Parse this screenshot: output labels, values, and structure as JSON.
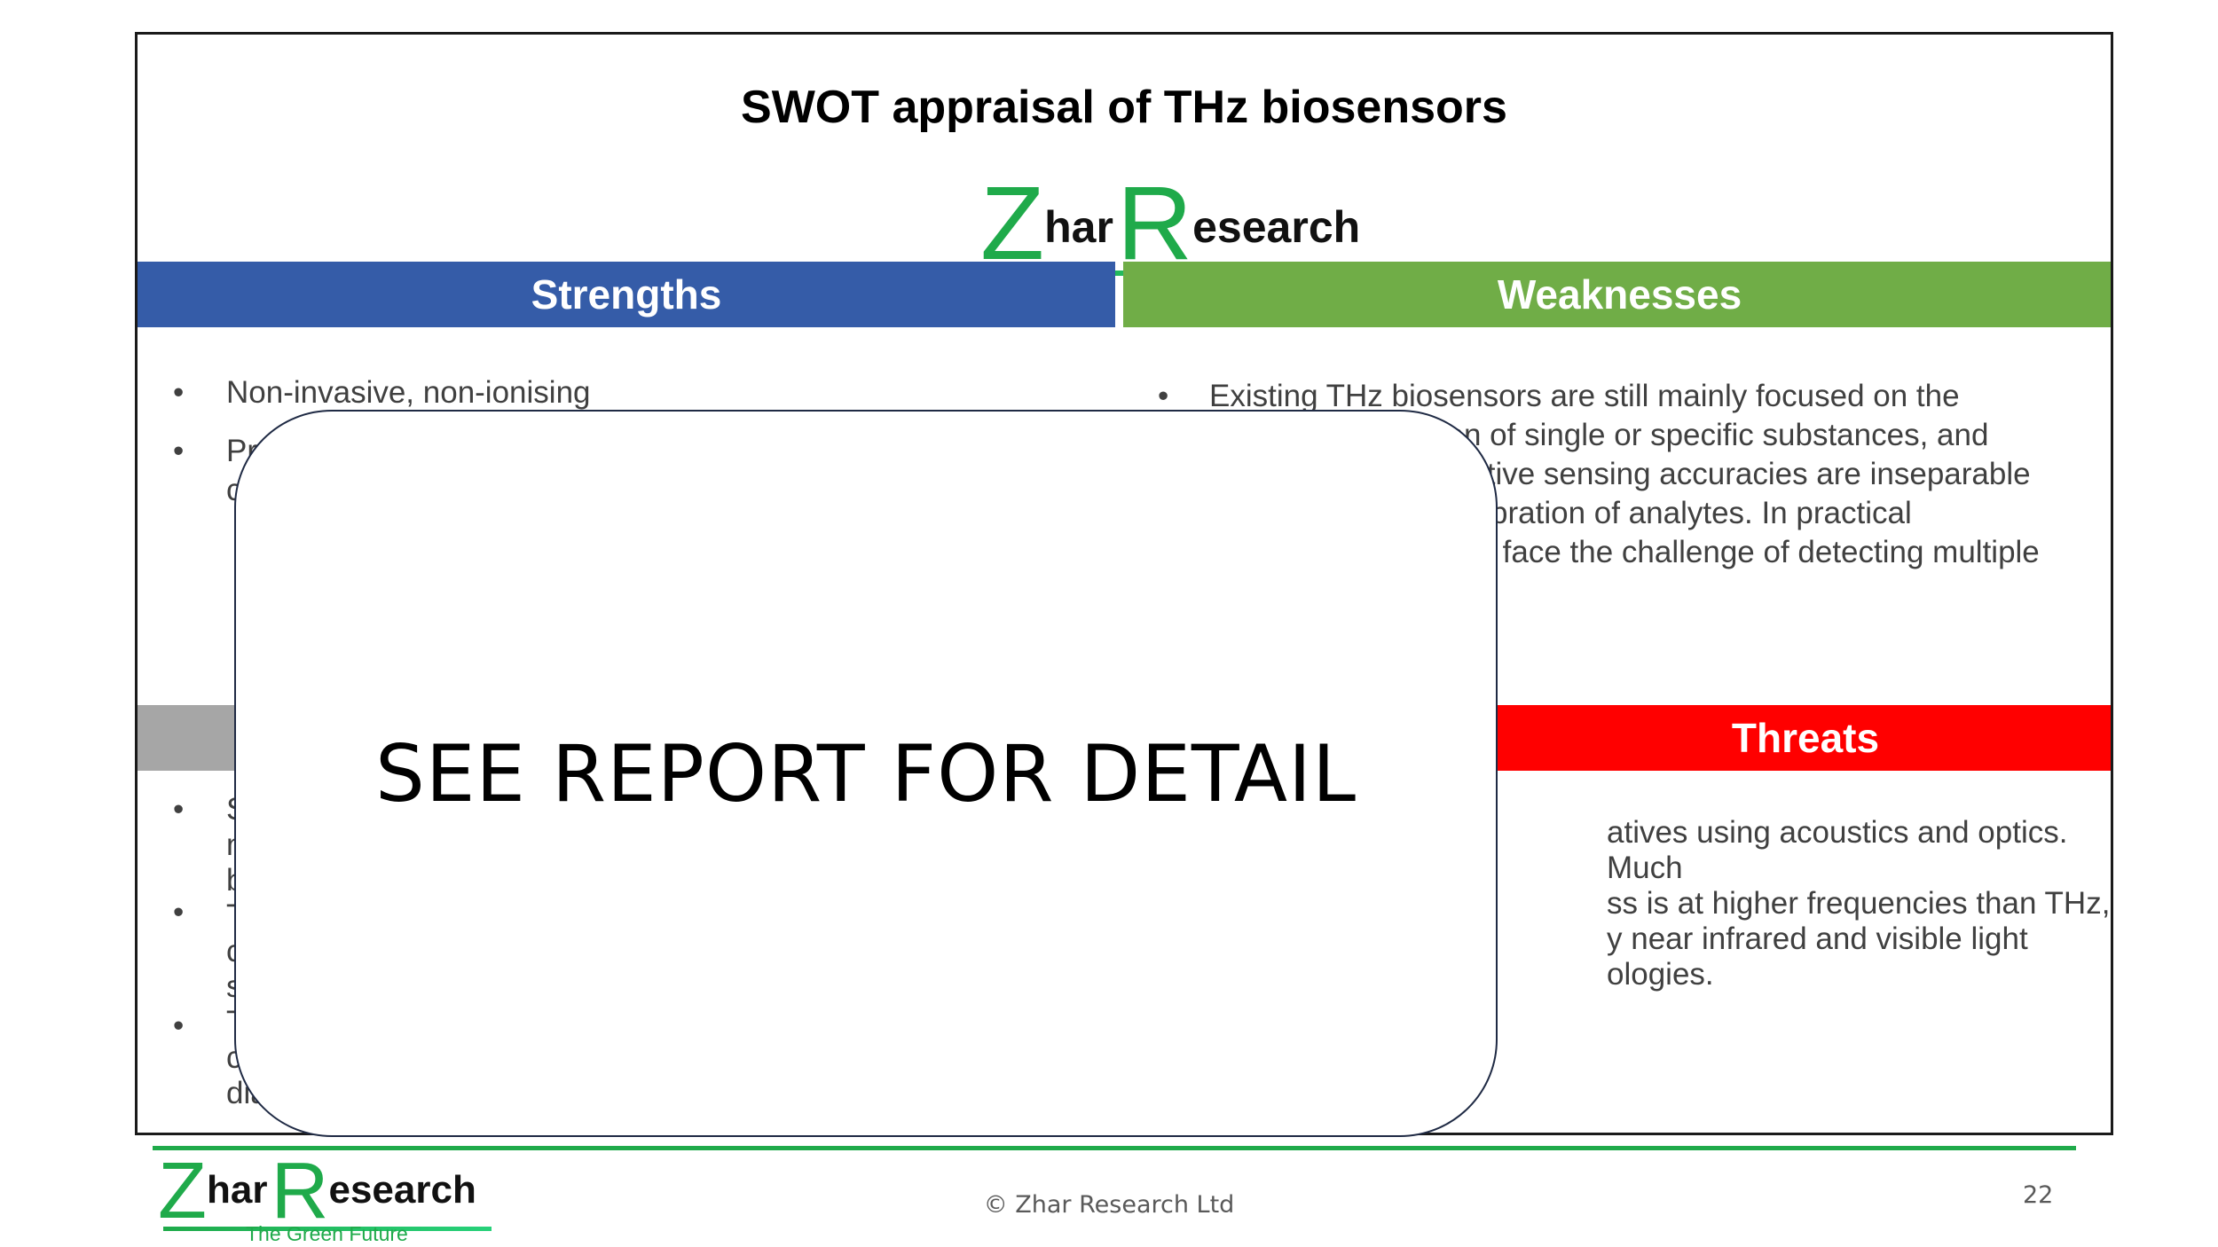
{
  "slide": {
    "title": "SWOT appraisal of THz biosensors",
    "overlay_text": "SEE REPORT FOR DETAIL",
    "page_number": "22"
  },
  "brand": {
    "logo_big_letter_1": "Z",
    "logo_small_1": "har",
    "logo_big_letter_2": "R",
    "logo_small_2": "esearch",
    "tagline": "The Green Future",
    "color": "#1faa4a"
  },
  "quadrants": {
    "strengths": {
      "heading": "Strengths",
      "color": "#355ca8",
      "items": [
        "Non-invasive, non-ionising",
        "Pre",
        "c"
      ]
    },
    "weaknesses": {
      "heading": "Weaknesses",
      "color": "#70ad47",
      "lines": [
        "Existing THz biosensors are still mainly focused on the",
        "tion of single or specific substances, and",
        "nsitive sensing accuracies are inseparable",
        "alibration of analytes. In practical",
        "en face the challenge of detecting multiple"
      ]
    },
    "opportunities": {
      "color": "#a6a6a6",
      "fragments": [
        "S",
        "n",
        "b",
        "T",
        "c",
        "s",
        "T",
        "c",
        "dia"
      ]
    },
    "threats": {
      "heading": "Threats",
      "color": "#ff0000",
      "lines": [
        "atives using acoustics and optics. Much",
        "ss is at higher frequencies than THz,",
        "y near infrared and visible light",
        "ologies."
      ]
    }
  },
  "footer": {
    "copyright": "© Zhar Research Ltd"
  }
}
